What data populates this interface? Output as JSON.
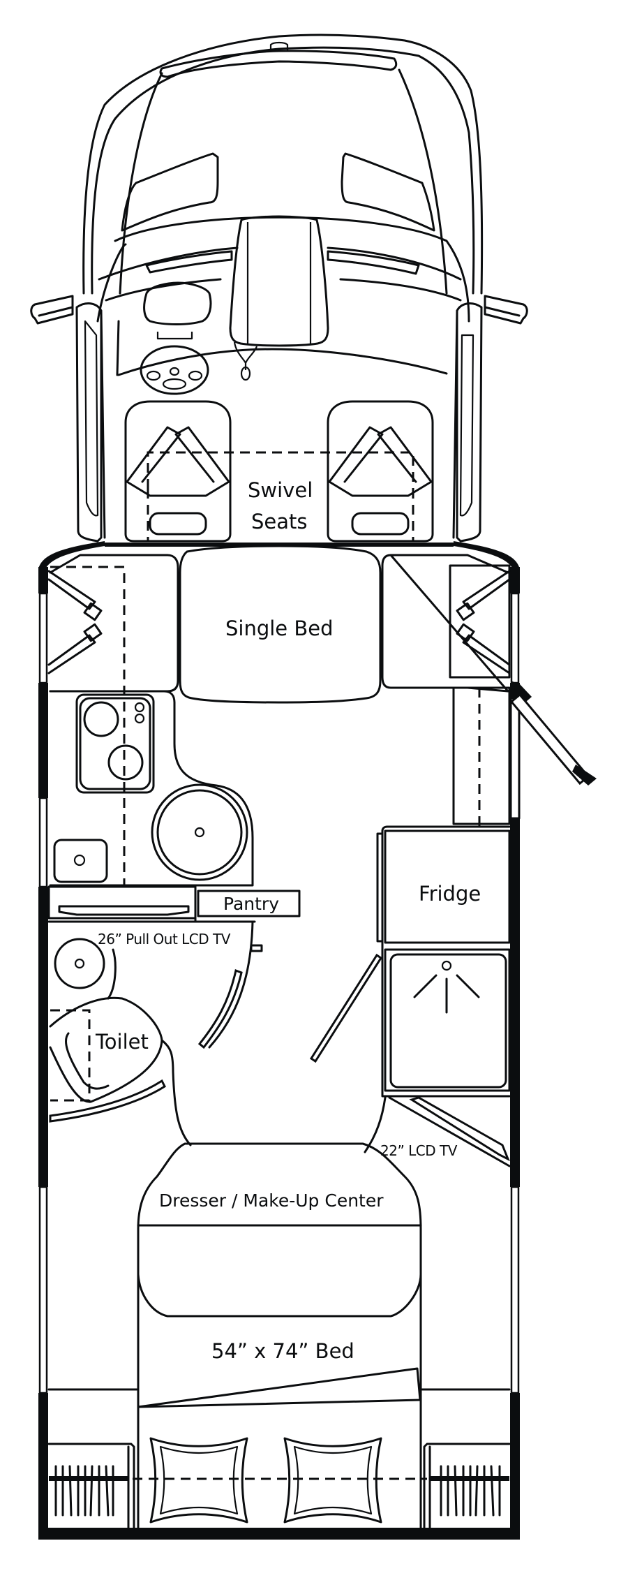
{
  "diagram": {
    "title": "RV Floor Plan",
    "colors": {
      "ink": "#0b0d0f",
      "background": "#ffffff"
    },
    "labels": {
      "swivel_seats_line1": "Swivel",
      "swivel_seats_line2": "Seats",
      "single_bed": "Single Bed",
      "pantry": "Pantry",
      "pull_out_tv": "26” Pull Out LCD TV",
      "toilet": "Toilet",
      "fridge": "Fridge",
      "lcd_tv": "22” LCD TV",
      "dresser": "Dresser / Make-Up Center",
      "bed": "54” x 74” Bed"
    },
    "zones": [
      {
        "id": "cab",
        "name": "Driver Cab"
      },
      {
        "id": "swivel-seats",
        "name": "Swivel Seats"
      },
      {
        "id": "single-bed",
        "name": "Single Bed"
      },
      {
        "id": "galley",
        "name": "Galley (stove, sink, round table)"
      },
      {
        "id": "pantry",
        "name": "Pantry"
      },
      {
        "id": "bathroom",
        "name": "Bathroom with Toilet"
      },
      {
        "id": "fridge",
        "name": "Fridge"
      },
      {
        "id": "shower",
        "name": "Shower"
      },
      {
        "id": "bedroom",
        "name": "Bedroom with Dresser and Bed"
      }
    ]
  }
}
